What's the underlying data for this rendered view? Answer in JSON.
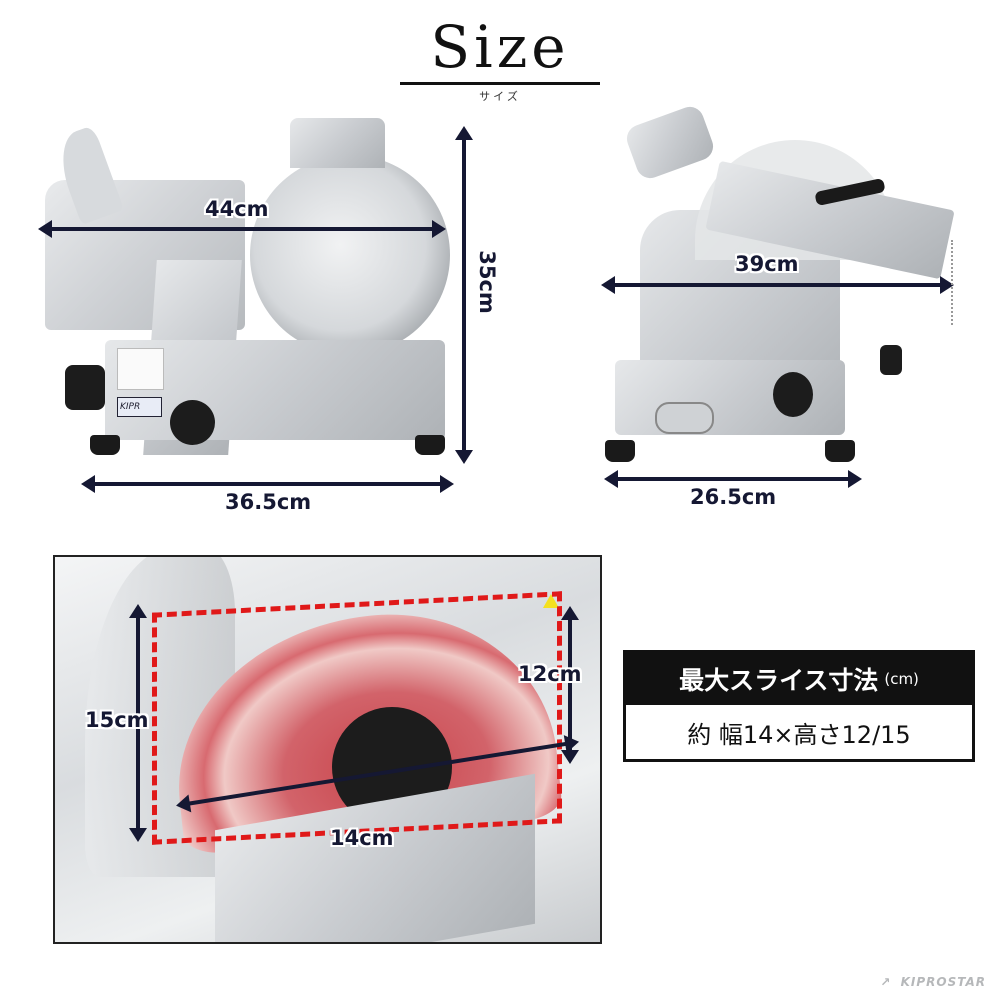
{
  "header": {
    "title": "Size",
    "subtitle": "サイズ"
  },
  "front_view": {
    "width_top": "44cm",
    "height": "35cm",
    "width_base": "36.5cm",
    "label_brand": "KIPR"
  },
  "side_view": {
    "depth_top": "39cm",
    "depth_base": "26.5cm"
  },
  "slice_detail": {
    "height_left": "15cm",
    "height_right": "12cm",
    "width": "14cm"
  },
  "info_box": {
    "title": "最大スライス寸法",
    "unit": "(cm)",
    "value": "約 幅14×高さ12/15"
  },
  "brand": {
    "name": "KIPROSTAR"
  },
  "colors": {
    "dimension": "#151833",
    "dashed_outline": "#e01919",
    "info_header_bg": "#111111"
  }
}
